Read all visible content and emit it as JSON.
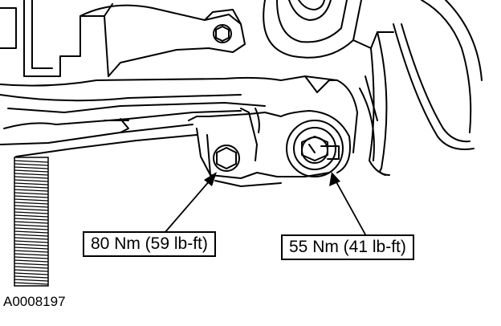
{
  "figure": {
    "id_label": "A0008197"
  },
  "callouts": {
    "left_bolt_torque": "80 Nm (59 lb-ft)",
    "right_bolt_torque": "55 Nm (41 lb-ft)"
  },
  "colors": {
    "line": "#000000",
    "background": "#ffffff"
  }
}
